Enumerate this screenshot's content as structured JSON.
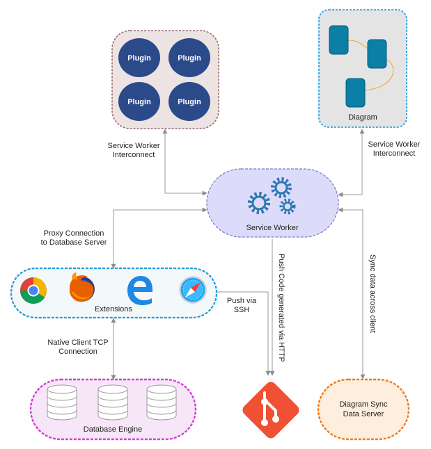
{
  "plugins": {
    "items": [
      "Plugin",
      "Plugin",
      "Plugin",
      "Plugin"
    ]
  },
  "diagram": {
    "label": "Diagram"
  },
  "service_worker": {
    "label": "Service Worker"
  },
  "extensions": {
    "label": "Extensions",
    "browsers": [
      "chrome-icon",
      "firefox-icon",
      "edge-icon",
      "safari-icon"
    ]
  },
  "database_engine": {
    "label": "Database Engine"
  },
  "diagram_sync": {
    "label_line1": "Diagram Sync",
    "label_line2": "Data Server"
  },
  "connections": {
    "sw_interconnect_left_1": "Service Worker",
    "sw_interconnect_left_2": "Interconnect",
    "sw_interconnect_right_1": "Service Worker",
    "sw_interconnect_right_2": "Interconnect",
    "proxy_1": "Proxy Connection",
    "proxy_2": "to Database Server",
    "native_tcp_1": "Native Client TCP",
    "native_tcp_2": "Connection",
    "push_ssh_1": "Push via",
    "push_ssh_2": "SSH",
    "push_http": "Push Code generated via HTTP",
    "sync_data": "Sync data across client"
  },
  "colors": {
    "plugin_fill": "#2b4a8a",
    "plugin_group_fill": "#ede3e3",
    "plugin_group_border": "#9b6b6b",
    "diagram_fill": "#e4e4e4",
    "diagram_border": "#2aa2e0",
    "diagram_node": "#0b7fa6",
    "diagram_link": "#f5a623",
    "sw_fill": "#dcdcfa",
    "sw_border": "#7b7bd8",
    "gear": "#2f77b5",
    "ext_fill": "#f3f8fb",
    "ext_border": "#1b9ad8",
    "db_fill": "#f6e6f8",
    "db_border": "#d63ad6",
    "sync_fill": "#fdeede",
    "sync_border": "#ef7a1e",
    "git": "#f05033",
    "arrow": "#8c8c8c"
  }
}
